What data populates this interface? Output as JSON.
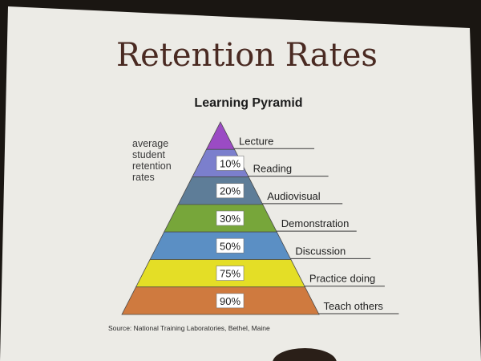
{
  "slide": {
    "title": "Retention Rates",
    "subtitle": "Learning Pyramid",
    "side_label_lines": [
      "average",
      "student",
      "retention",
      "rates"
    ],
    "source": "Source: National Training Laboratories, Bethel, Maine"
  },
  "pyramid": {
    "levels": [
      {
        "label": "Lecture",
        "percent": "",
        "color": "#9b4bc4"
      },
      {
        "label": "Reading",
        "percent": "10%",
        "color": "#7b7fcd"
      },
      {
        "label": "Audiovisual",
        "percent": "20%",
        "color": "#5e7d98"
      },
      {
        "label": "Demonstration",
        "percent": "30%",
        "color": "#77a63a"
      },
      {
        "label": "Discussion",
        "percent": "50%",
        "color": "#5b8fc4"
      },
      {
        "label": "Practice doing",
        "percent": "75%",
        "color": "#e4de26"
      },
      {
        "label": "Teach others",
        "percent": "90%",
        "color": "#cf7a3f"
      }
    ]
  }
}
